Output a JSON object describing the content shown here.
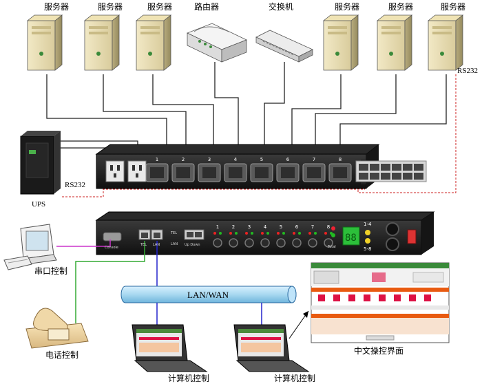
{
  "top_devices": [
    {
      "label": "服务器",
      "kind": "server"
    },
    {
      "label": "服务器",
      "kind": "server"
    },
    {
      "label": "服务器",
      "kind": "server"
    },
    {
      "label": "路由器",
      "kind": "router"
    },
    {
      "label": "交换机",
      "kind": "switch"
    },
    {
      "label": "服务器",
      "kind": "server"
    },
    {
      "label": "服务器",
      "kind": "server"
    },
    {
      "label": "服务器",
      "kind": "server"
    }
  ],
  "pdu_outlets": [
    "1",
    "2",
    "3",
    "4",
    "5",
    "6",
    "7",
    "8"
  ],
  "rs232_right_label": "RS232",
  "rs232_left_label": "RS232",
  "ups_label": "UPS",
  "controller": {
    "console_label": "Console",
    "tel_label": "TEL",
    "lan_label": "LAN",
    "lan_side_label": "LAN",
    "tel_side_label": "TEL",
    "updown_label": "Up Down",
    "total_label": "Total",
    "channels": [
      "1",
      "2",
      "3",
      "4",
      "5",
      "6",
      "7",
      "8"
    ],
    "group_top": "1-4",
    "group_bottom": "5-8",
    "display_digits": "88"
  },
  "lan_wan_label": "LAN/WAN",
  "serial_label": "串口控制",
  "phone_label": "电话控制",
  "laptop_labels": [
    "计算机控制",
    "计算机控制"
  ],
  "ui_panel_label": "中文操控界面",
  "colors": {
    "cable": "#222222",
    "rs232": "#cc2222",
    "serial": "#cc33cc",
    "phone": "#33aa33",
    "lan": "#2222cc",
    "pipe": "#a8d8f0"
  }
}
